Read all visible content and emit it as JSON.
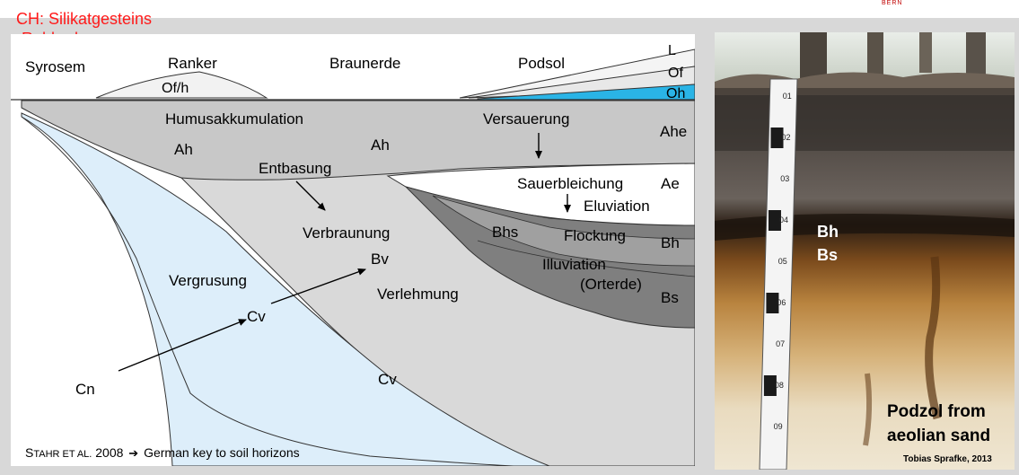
{
  "title": {
    "line1": "CH: Silikatgesteins",
    "line2": "-Rohboden"
  },
  "logo": {
    "text": "BERN"
  },
  "diagram": {
    "top_labels": {
      "syrosem": "Syrosem",
      "ranker": "Ranker",
      "braunerde": "Braunerde",
      "podsol": "Podsol"
    },
    "organic": {
      "ranker_ofh": "Of/h",
      "l": "L",
      "of": "Of",
      "oh": "Oh"
    },
    "processes": {
      "humusakkumulation": "Humusakkumulation",
      "versauerung": "Versauerung",
      "entbasung": "Entbasung",
      "sauerbleichung": "Sauerbleichung",
      "eluviation": "Eluviation",
      "verbraunung": "Verbraunung",
      "flockung": "Flockung",
      "illuviation": "Illuviation",
      "orterde": "(Orterde)",
      "vergrusung": "Vergrusung",
      "verlehmung": "Verlehmung"
    },
    "horizons": {
      "ah1": "Ah",
      "ah2": "Ah",
      "ahe": "Ahe",
      "ae": "Ae",
      "bhs": "Bhs",
      "bh": "Bh",
      "bs": "Bs",
      "bv": "Bv",
      "cv1": "Cv",
      "cv2": "Cv",
      "cn": "Cn"
    },
    "citation": {
      "author_first": "S",
      "author_rest": "TAHR ET AL.",
      "year": "2008",
      "text": "German key to soil horizons"
    }
  },
  "photo": {
    "horizon_bh": "Bh",
    "horizon_bs": "Bs",
    "caption_line1": "Podzol from",
    "caption_line2": "aeolian sand",
    "credit": "Tobias Sprafke, 2013",
    "ruler_marks": [
      "01",
      "02",
      "03",
      "04",
      "05",
      "06",
      "07",
      "08",
      "09"
    ]
  },
  "colors": {
    "title_red": "#ff1a1a",
    "oh_blue": "#2ab4e6",
    "cv_light_blue": "#ddeefa",
    "humus_gray": "#c8c8c8",
    "b_gray": "#d9d9d9",
    "illuvial_gray": "#7f7f7f"
  }
}
